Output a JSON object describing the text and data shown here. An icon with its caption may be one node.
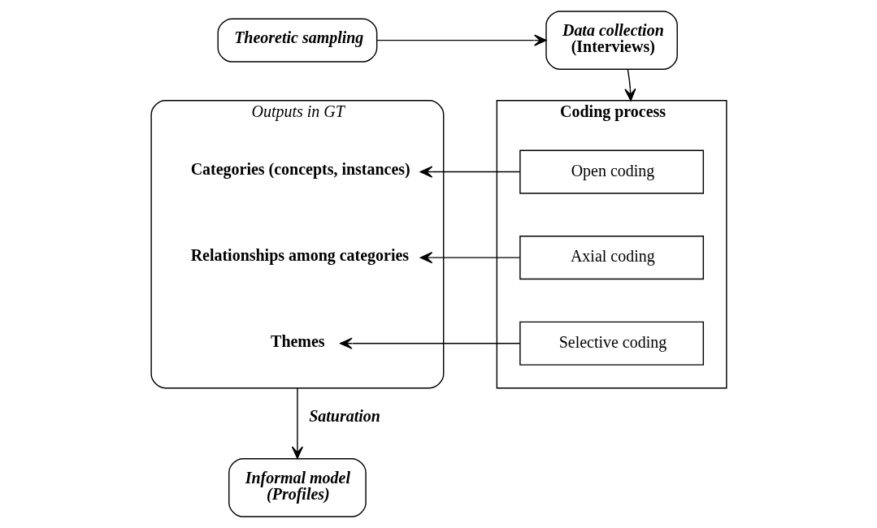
{
  "diagram": {
    "nodes": [
      {
        "text": [
          "Theoretic sampling"
        ]
      },
      {
        "text": [
          "Data collection",
          "(Interviews)"
        ]
      },
      {
        "text": [
          "Outputs in GT"
        ]
      },
      {
        "text": [
          "Categories (concepts, instances)"
        ],
        "in": 2
      },
      {
        "text": [
          "Relationships among categories"
        ],
        "in": 2
      },
      {
        "text": [
          "Themes"
        ],
        "in": 2
      },
      {
        "text": [
          "Coding process"
        ]
      },
      {
        "text": [
          "Open coding"
        ],
        "in": 6
      },
      {
        "text": [
          "Axial coding"
        ],
        "in": 6
      },
      {
        "text": [
          "Selective coding"
        ],
        "in": 6
      },
      {
        "text": [
          "Informal model",
          "(Profiles)"
        ]
      }
    ],
    "edges": [
      {
        "from": 0,
        "to": 1,
        "arrow": "to"
      },
      {
        "from": 1,
        "to": 6,
        "arrow": "to"
      },
      {
        "from": 7,
        "to": 3,
        "arrow": "to"
      },
      {
        "from": 8,
        "to": 4,
        "arrow": "to"
      },
      {
        "from": 9,
        "to": 5,
        "arrow": "to"
      },
      {
        "from": 2,
        "to": 10,
        "arrow": "to",
        "label": "Saturation"
      }
    ]
  }
}
